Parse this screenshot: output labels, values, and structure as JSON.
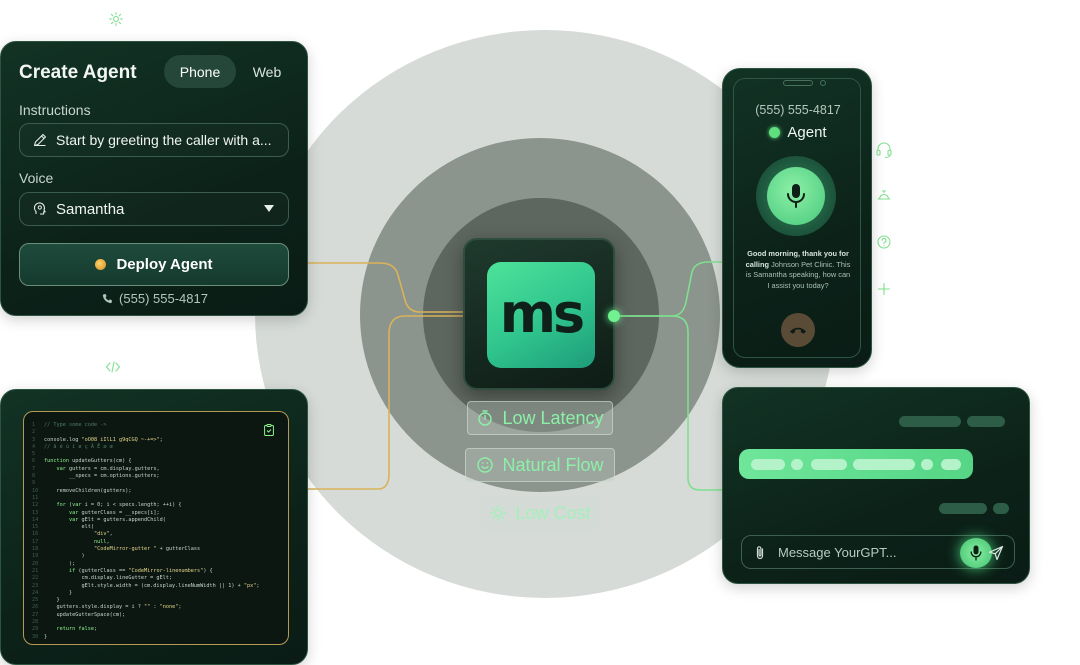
{
  "create_agent": {
    "title": "Create Agent",
    "tabs": [
      {
        "label": "Phone",
        "active": true
      },
      {
        "label": "Web",
        "active": false
      }
    ],
    "instructions_label": "Instructions",
    "instructions_value": "Start by greeting the caller with a...",
    "voice_label": "Voice",
    "voice_value": "Samantha",
    "deploy_label": "Deploy Agent",
    "phone_number": "(555) 555-4817"
  },
  "logo": {
    "text": "ms"
  },
  "features": [
    {
      "label": "Low Latency",
      "icon": "stopwatch-icon"
    },
    {
      "label": "Natural Flow",
      "icon": "smile-icon"
    },
    {
      "label": "Low Cost",
      "icon": "coin-icon"
    }
  ],
  "phone_call": {
    "number": "(555) 555-4817",
    "status": "Agent",
    "greeting_1": "Good morning, thank you for",
    "greeting_bold": "calling",
    "greeting_clinic": "Johnson Pet Clinic.",
    "greeting_this": "This",
    "greeting_2": "is Samantha speaking, how can",
    "greeting_3": "I assist you today?"
  },
  "chat": {
    "placeholder": "Message YourGPT..."
  },
  "code": {
    "lines": [
      [
        "1",
        "// Type some code ->"
      ],
      [
        "2",
        ""
      ],
      [
        "3",
        "console.log \"oO08 iIlL1 g9qCGQ ~-+=>\";"
      ],
      [
        "4",
        "// â é ù ï ø ç Ã Ē æ œ"
      ],
      [
        "5",
        ""
      ],
      [
        "6",
        "function updateGutters(cm) {"
      ],
      [
        "7",
        "    var gutters = cm.display.gutters,"
      ],
      [
        "8",
        "        __specs = cm.options.gutters;"
      ],
      [
        "9",
        ""
      ],
      [
        "10",
        "    removeChildren(gutters);"
      ],
      [
        "11",
        ""
      ],
      [
        "12",
        "    for (var i = 0; i < specs.length; ++i) {"
      ],
      [
        "13",
        "        var gutterClass = __specs[i];"
      ],
      [
        "14",
        "        var gElt = gutters.appendChild("
      ],
      [
        "15",
        "            elt("
      ],
      [
        "16",
        "                \"div\","
      ],
      [
        "17",
        "                null,"
      ],
      [
        "18",
        "                \"CodeMirror-gutter \" + gutterClass"
      ],
      [
        "19",
        "            )"
      ],
      [
        "20",
        "        );"
      ],
      [
        "21",
        "        if (gutterClass == \"CodeMirror-linenumbers\") {"
      ],
      [
        "22",
        "            cm.display.lineGutter = gElt;"
      ],
      [
        "23",
        "            gElt.style.width = (cm.display.lineNumWidth || 1) + \"px\";"
      ],
      [
        "24",
        "        }"
      ],
      [
        "25",
        "    }"
      ],
      [
        "26",
        "    gutters.style.display = i ? \"\" : \"none\";"
      ],
      [
        "27",
        "    updateGutterSpace(cm);"
      ],
      [
        "28",
        ""
      ],
      [
        "29",
        "    return false;"
      ],
      [
        "30",
        "}"
      ]
    ]
  },
  "colors": {
    "accent_green": "#6ff28f",
    "card_bg": "#0c2219",
    "gold_wire": "#d9b25a",
    "green_wire": "#7fe08f"
  }
}
